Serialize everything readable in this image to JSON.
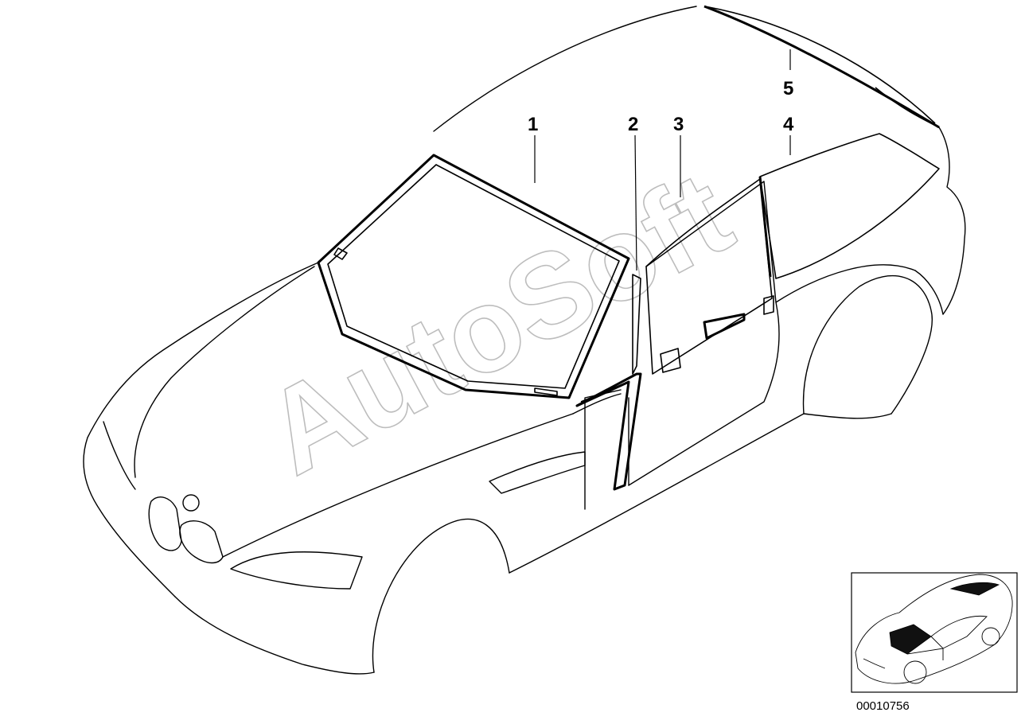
{
  "callouts": [
    {
      "id": "1",
      "label": "1"
    },
    {
      "id": "2",
      "label": "2"
    },
    {
      "id": "3",
      "label": "3"
    },
    {
      "id": "4",
      "label": "4"
    },
    {
      "id": "5",
      "label": "5"
    }
  ],
  "watermark": "AutoSoft",
  "document_number": "00010756",
  "colors": {
    "line": "#000000",
    "watermark": "#bdbdbd",
    "background": "#ffffff"
  }
}
